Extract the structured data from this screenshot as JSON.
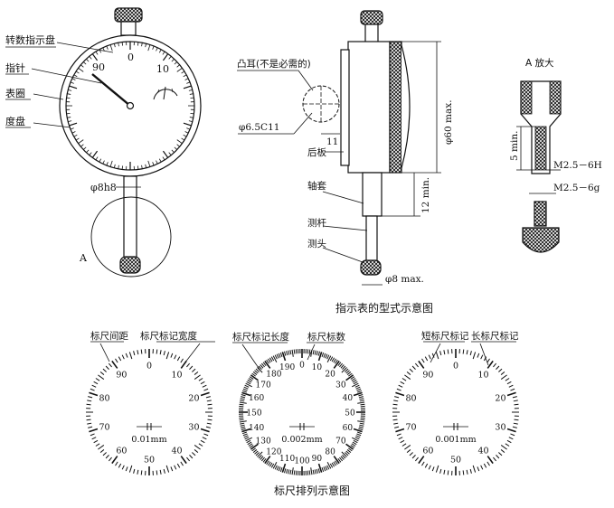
{
  "top_figure": {
    "caption": "指示表的型式示意图",
    "front_view": {
      "dial_numbers": [
        "0",
        "90",
        "10"
      ],
      "labels": {
        "revolution_pointer": "转数指示盘",
        "pointer": "指针",
        "bezel": "表圈",
        "dial": "度盘",
        "stem_dim": "φ8h8",
        "detail_ref": "A"
      }
    },
    "side_view": {
      "labels": {
        "lug": "凸耳(不是必需的)",
        "hole_dim": "φ6.5C11",
        "offset_dim": "11",
        "back_plate": "后板",
        "diameter_dim": "φ60 max.",
        "stem_len_dim": "12 min.",
        "sleeve": "轴套",
        "rod": "测杆",
        "tip": "测头",
        "tip_dim": "φ8 max."
      }
    },
    "detail": {
      "title": "A 放大",
      "min_len": "5 min.",
      "thread_h": "M2.5－6H",
      "thread_g": "M2.5－6g"
    }
  },
  "bottom_figure": {
    "caption": "标尺排列示意图",
    "dials": [
      {
        "labels": [
          "标尺间距",
          "标尺标记宽度"
        ],
        "numbers": [
          "0",
          "10",
          "20",
          "30",
          "40",
          "50",
          "60",
          "70",
          "80",
          "90"
        ],
        "unit": "0.01mm"
      },
      {
        "labels": [
          "标尺标记长度",
          "标尺标数"
        ],
        "numbers": [
          "0",
          "10",
          "20",
          "30",
          "40",
          "50",
          "60",
          "70",
          "80",
          "90",
          "100",
          "110",
          "120",
          "130",
          "140",
          "150",
          "160",
          "170",
          "180",
          "190"
        ],
        "unit": "0.002mm"
      },
      {
        "labels": [
          "短标尺标记",
          "长标尺标记"
        ],
        "numbers": [
          "0",
          "10",
          "20",
          "30",
          "40",
          "50",
          "60",
          "70",
          "80",
          "90"
        ],
        "unit": "0.001mm"
      }
    ]
  }
}
